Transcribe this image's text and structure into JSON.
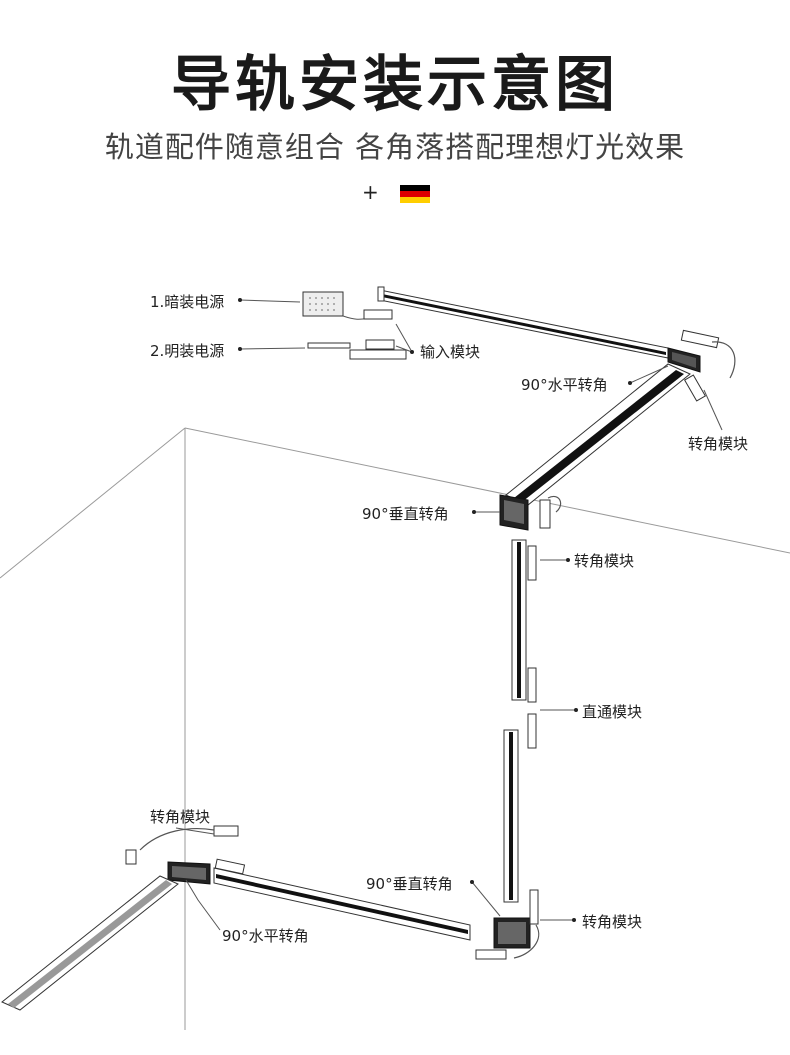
{
  "header": {
    "title": "导轨安装示意图",
    "subtitle": "轨道配件随意组合 各角落搭配理想灯光效果",
    "plus": "+"
  },
  "flag": {
    "colors": [
      "#000000",
      "#dd0000",
      "#ffce00"
    ]
  },
  "labels": {
    "concealed_power": "1.暗装电源",
    "surface_power": "2.明装电源",
    "input_module": "输入模块",
    "h_corner_top": "90°水平转角",
    "corner_module_top_right": "转角模块",
    "v_corner_top": "90°垂直转角",
    "corner_module_mid": "转角模块",
    "straight_module": "直通模块",
    "corner_module_left": "转角模块",
    "v_corner_bottom": "90°垂直转角",
    "corner_module_bottom": "转角模块",
    "h_corner_bottom": "90°水平转角"
  }
}
